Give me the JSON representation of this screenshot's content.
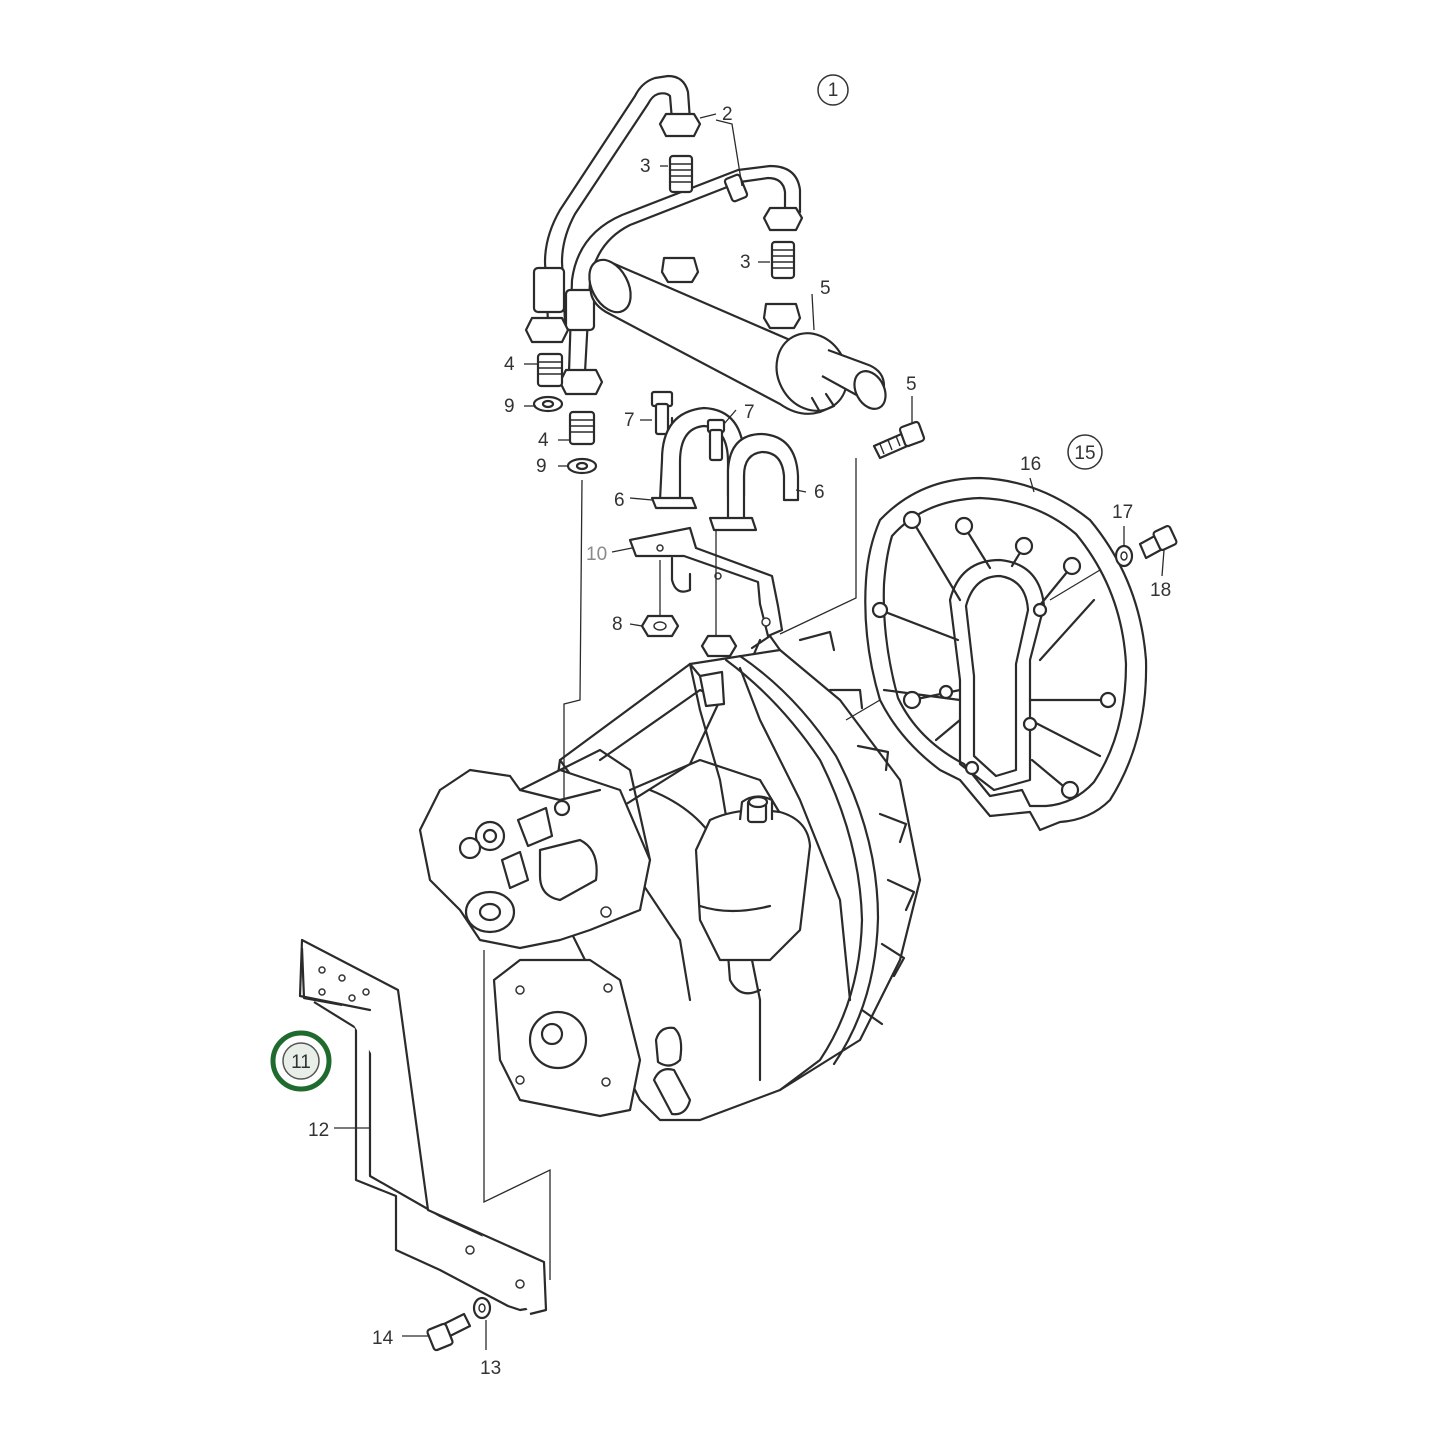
{
  "callouts": {
    "c1": "1",
    "c2": "2",
    "c3a": "3",
    "c3b": "3",
    "c4a": "4",
    "c4b": "4",
    "c5a": "5",
    "c5b": "5",
    "c6a": "6",
    "c6b": "6",
    "c7a": "7",
    "c7b": "7",
    "c8": "8",
    "c9a": "9",
    "c9b": "9",
    "c10": "10",
    "c11": "11",
    "c12": "12",
    "c13": "13",
    "c14": "14",
    "c15": "15",
    "c16": "16",
    "c17": "17",
    "c18": "18"
  },
  "colors": {
    "highlight_ring": "#1f6b2e",
    "highlight_fill": "#e8eee8",
    "line": "#2b2b2b"
  }
}
